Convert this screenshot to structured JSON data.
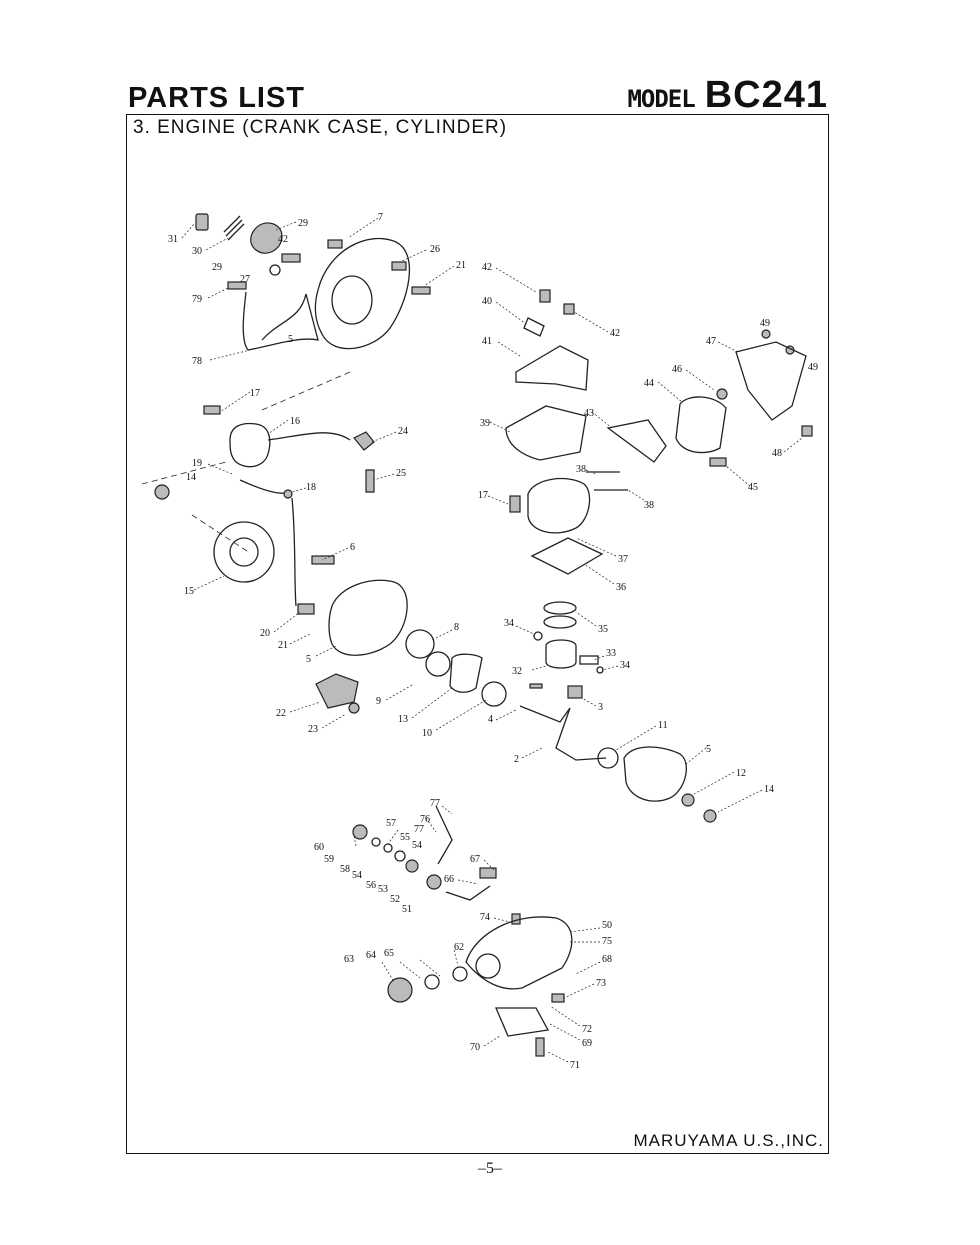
{
  "header": {
    "title": "PARTS LIST",
    "model_prefix": "MODEL",
    "model_code": "BC241"
  },
  "section": {
    "heading": "3. ENGINE (CRANK CASE, CYLINDER)"
  },
  "footer": {
    "company": "MARUYAMA U.S.,INC.",
    "page": "–5–"
  },
  "callouts": [
    {
      "id": "c31",
      "text": "31"
    },
    {
      "id": "c30",
      "text": "30"
    },
    {
      "id": "c29a",
      "text": "29"
    },
    {
      "id": "c29b",
      "text": "29"
    },
    {
      "id": "c27",
      "text": "27"
    },
    {
      "id": "c42a",
      "text": "42"
    },
    {
      "id": "c7",
      "text": "7"
    },
    {
      "id": "c26",
      "text": "26"
    },
    {
      "id": "c21a",
      "text": "21"
    },
    {
      "id": "c79",
      "text": "79"
    },
    {
      "id": "c78",
      "text": "78"
    },
    {
      "id": "c5a",
      "text": "5"
    },
    {
      "id": "c42b",
      "text": "42"
    },
    {
      "id": "c40",
      "text": "40"
    },
    {
      "id": "c42c",
      "text": "42"
    },
    {
      "id": "c41",
      "text": "41"
    },
    {
      "id": "c49a",
      "text": "49"
    },
    {
      "id": "c47",
      "text": "47"
    },
    {
      "id": "c49b",
      "text": "49"
    },
    {
      "id": "c46",
      "text": "46"
    },
    {
      "id": "c44",
      "text": "44"
    },
    {
      "id": "c48",
      "text": "48"
    },
    {
      "id": "c45",
      "text": "45"
    },
    {
      "id": "c17a",
      "text": "17"
    },
    {
      "id": "c16",
      "text": "16"
    },
    {
      "id": "c24",
      "text": "24"
    },
    {
      "id": "c39",
      "text": "39"
    },
    {
      "id": "c43",
      "text": "43"
    },
    {
      "id": "c19",
      "text": "19"
    },
    {
      "id": "c14a",
      "text": "14"
    },
    {
      "id": "c18",
      "text": "18"
    },
    {
      "id": "c25",
      "text": "25"
    },
    {
      "id": "c38a",
      "text": "38"
    },
    {
      "id": "c38b",
      "text": "38"
    },
    {
      "id": "c17b",
      "text": "17"
    },
    {
      "id": "c6",
      "text": "6"
    },
    {
      "id": "c37",
      "text": "37"
    },
    {
      "id": "c15",
      "text": "15"
    },
    {
      "id": "c36",
      "text": "36"
    },
    {
      "id": "c20",
      "text": "20"
    },
    {
      "id": "c21b",
      "text": "21"
    },
    {
      "id": "c5b",
      "text": "5"
    },
    {
      "id": "c8",
      "text": "8"
    },
    {
      "id": "c34a",
      "text": "34"
    },
    {
      "id": "c35",
      "text": "35"
    },
    {
      "id": "c33",
      "text": "33"
    },
    {
      "id": "c34b",
      "text": "34"
    },
    {
      "id": "c32",
      "text": "32"
    },
    {
      "id": "c9",
      "text": "9"
    },
    {
      "id": "c22",
      "text": "22"
    },
    {
      "id": "c23",
      "text": "23"
    },
    {
      "id": "c13",
      "text": "13"
    },
    {
      "id": "c10",
      "text": "10"
    },
    {
      "id": "c4",
      "text": "4"
    },
    {
      "id": "c3",
      "text": "3"
    },
    {
      "id": "c11",
      "text": "11"
    },
    {
      "id": "c2",
      "text": "2"
    },
    {
      "id": "c5c",
      "text": "5"
    },
    {
      "id": "c12",
      "text": "12"
    },
    {
      "id": "c14b",
      "text": "14"
    },
    {
      "id": "c77a",
      "text": "77"
    },
    {
      "id": "c76",
      "text": "76"
    },
    {
      "id": "c57",
      "text": "57"
    },
    {
      "id": "c55",
      "text": "55"
    },
    {
      "id": "c77b",
      "text": "77"
    },
    {
      "id": "c60",
      "text": "60"
    },
    {
      "id": "c54a",
      "text": "54"
    },
    {
      "id": "c59",
      "text": "59"
    },
    {
      "id": "c58",
      "text": "58"
    },
    {
      "id": "c67",
      "text": "67"
    },
    {
      "id": "c54b",
      "text": "54"
    },
    {
      "id": "c56",
      "text": "56"
    },
    {
      "id": "c53",
      "text": "53"
    },
    {
      "id": "c66",
      "text": "66"
    },
    {
      "id": "c52",
      "text": "52"
    },
    {
      "id": "c51",
      "text": "51"
    },
    {
      "id": "c74",
      "text": "74"
    },
    {
      "id": "c50",
      "text": "50"
    },
    {
      "id": "c75",
      "text": "75"
    },
    {
      "id": "c62",
      "text": "62"
    },
    {
      "id": "c63",
      "text": "63"
    },
    {
      "id": "c64",
      "text": "64"
    },
    {
      "id": "c65",
      "text": "65"
    },
    {
      "id": "c68",
      "text": "68"
    },
    {
      "id": "c73",
      "text": "73"
    },
    {
      "id": "c72",
      "text": "72"
    },
    {
      "id": "c70",
      "text": "70"
    },
    {
      "id": "c69",
      "text": "69"
    },
    {
      "id": "c71",
      "text": "71"
    }
  ]
}
